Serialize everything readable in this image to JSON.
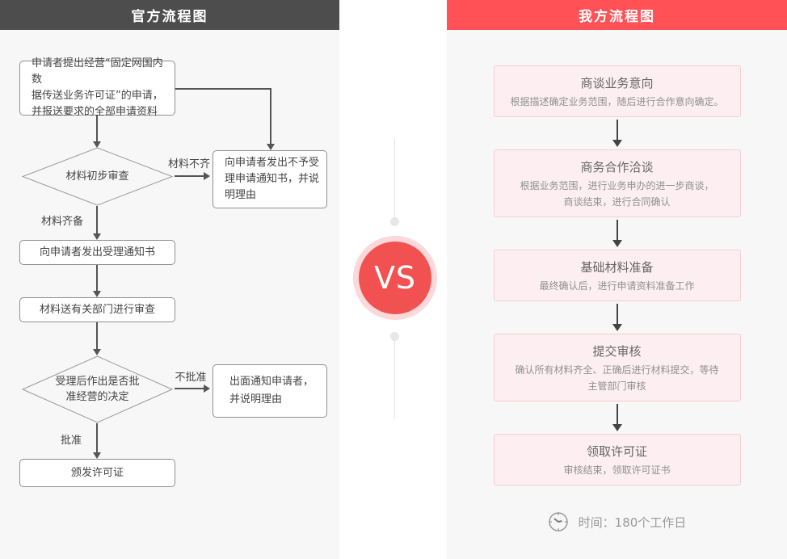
{
  "official": {
    "header": "官方流程图",
    "nodes": {
      "apply": "申请者提出经营“固定网国内数\n据传送业务许可证”的申请，\n并报送要求的全部申请资料",
      "initial_review": "材料初步审查",
      "reject_notice": "向申请者发出不予受\n理申请通知书，并说\n明理由",
      "accept_notice": "向申请者发出受理通知书",
      "dept_review": "材料送有关部门进行审查",
      "decision": "受理后作出是否批\n准经营的决定",
      "inform_refusal": "出面通知申请者，\n并说明理由",
      "issue_license": "颁发许可证"
    },
    "edge_labels": {
      "incomplete": "材料不齐",
      "complete": "材料齐备",
      "not_approved": "不批准",
      "approved": "批准"
    }
  },
  "vs_badge": {
    "label": "VS"
  },
  "ours": {
    "header": "我方流程图",
    "steps": [
      {
        "title": "商谈业务意向",
        "desc": "根据描述确定业务范围，随后进行合作意向确定。"
      },
      {
        "title": "商务合作洽谈",
        "desc": "根据业务范围，进行业务申办的进一步商谈，\n商谈结束，进行合同确认"
      },
      {
        "title": "基础材料准备",
        "desc": "最终确认后，进行申请资料准备工作"
      },
      {
        "title": "提交审核",
        "desc": "确认所有材料齐全、正确后进行材料提交，等待\n主管部门审核"
      },
      {
        "title": "领取许可证",
        "desc": "审核结束，领取许可证书"
      }
    ],
    "time_note": "时间：180个工作日"
  },
  "icons": {
    "time": "clock-icon",
    "flow_arrows": "arrow-down-icon"
  },
  "colors": {
    "official_header_bg": "#4d4d4d",
    "ours_header_bg": "#ff5156",
    "panel_bg": "#f7f7f7",
    "flow_box_bg": "#ffffff",
    "flow_box_border": "#8f8f8f",
    "step_box_bg": "#fdeff1",
    "step_box_border": "#f5ced2",
    "vs_circle": "#f15150",
    "vs_ring": "#fbd8da",
    "arrow_color": "#555555",
    "muted_text": "#9a9a9a"
  }
}
